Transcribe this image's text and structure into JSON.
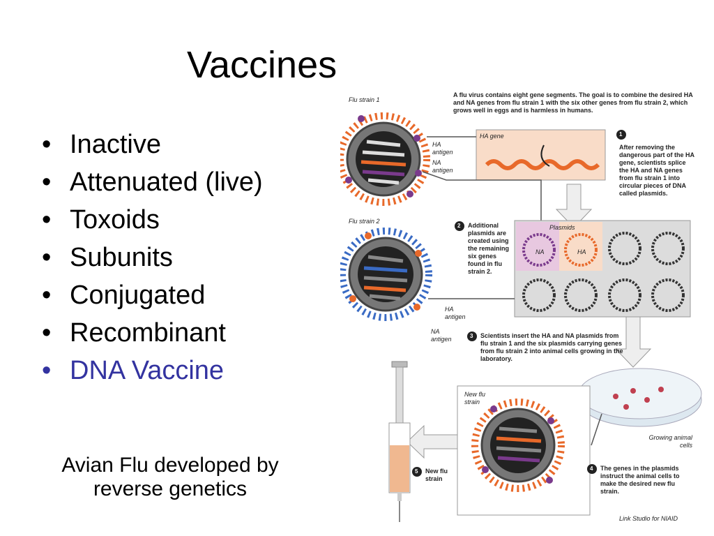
{
  "slide": {
    "title": "Vaccines",
    "bullets": [
      {
        "text": "Inactive"
      },
      {
        "text": "Attenuated (live)"
      },
      {
        "text": "Toxoids"
      },
      {
        "text": "Subunits"
      },
      {
        "text": "Conjugated"
      },
      {
        "text": "Recombinant"
      },
      {
        "text": "DNA Vaccine",
        "color": "#3333a0"
      }
    ],
    "bullet_glyph": "•",
    "caption_line1": "Avian Flu developed by",
    "caption_line2": "reverse genetics"
  },
  "figure": {
    "intro": "A flu virus contains eight gene segments.  The goal is to combine the desired HA and NA genes from flu strain 1 with the six other genes from flu strain 2, which grows well in eggs and is harmless in humans.",
    "strain1_label": "Flu strain 1",
    "strain2_label": "Flu strain 2",
    "new_strain_label": "New flu strain",
    "ha_antigen": "HA antigen",
    "na_antigen": "NA antigen",
    "ha_gene": "HA gene",
    "plasmids_label": "Plasmids",
    "na_label": "NA",
    "ha_label": "HA",
    "step1_num": "1",
    "step1": "After removing the dangerous part of the HA gene, scientists splice the HA and NA genes from flu strain 1 into circular pieces of DNA called plasmids.",
    "step2_num": "2",
    "step2": "Additional plasmids are created using the remaining six genes found in flu strain 2.",
    "step3_num": "3",
    "step3": "Scientists insert the HA and NA plasmids from flu strain 1 and the six plasmids carrying genes from flu strain 2 into animal cells growing in the laboratory.",
    "step4_num": "4",
    "step4": "The genes in the plasmids instruct the animal cells to make the desired new flu strain.",
    "step5_num": "5",
    "step5": "New flu strain",
    "growing_cells": "Growing animal cells",
    "credit": "Link Studio for NIAID",
    "colors": {
      "orange": "#e8692a",
      "purple": "#7a3a8c",
      "blue": "#3a6bc4",
      "peach_box": "#f9dcc8",
      "gray_box": "#dcdcdc",
      "plasmid_bg_pink": "#e8c8e0"
    }
  }
}
